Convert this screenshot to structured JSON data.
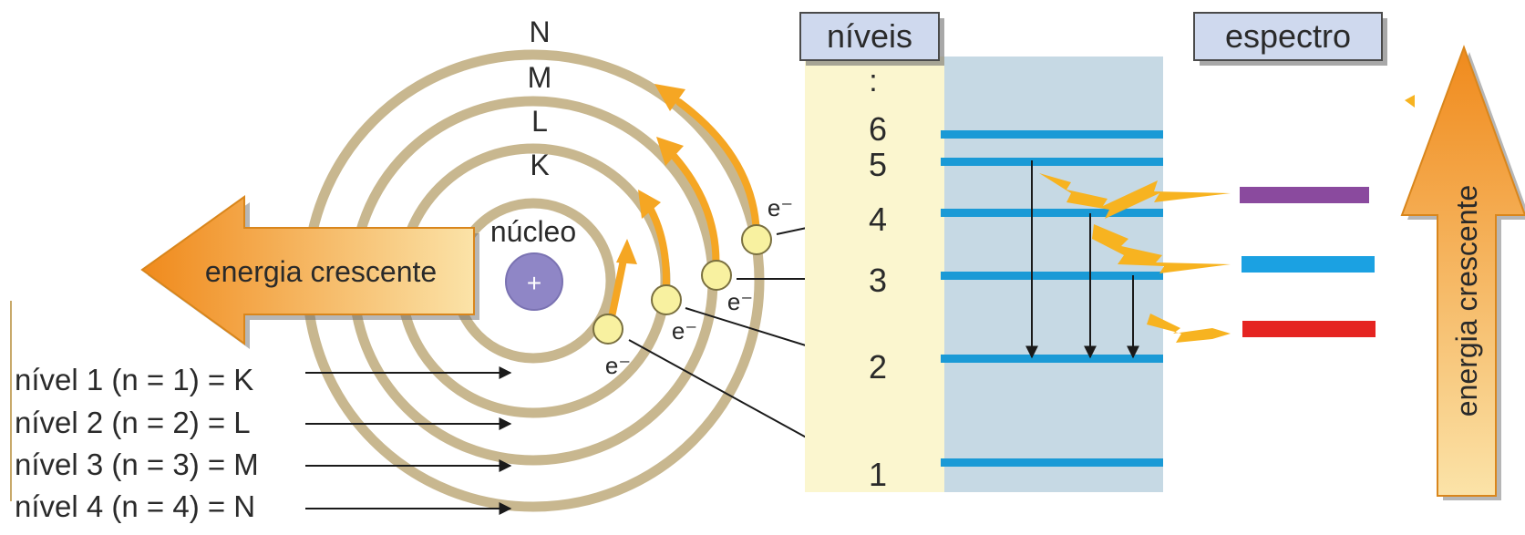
{
  "shells": [
    "K",
    "L",
    "M",
    "N"
  ],
  "nucleus": {
    "label": "núcleo",
    "symbol": "+"
  },
  "electron_label": "e⁻",
  "left_arrow_label": "energia crescente",
  "level_rows": [
    "nível 1 (n = 1) = K",
    "nível 2 (n = 2) = L",
    "nível 3 (n = 3) = M",
    "nível 4 (n = 4) = N"
  ],
  "levels_panel": {
    "title": "níveis",
    "ellipsis": ":",
    "numbers": [
      "1",
      "2",
      "3",
      "4",
      "5",
      "6"
    ]
  },
  "spectrum": {
    "title": "espectro",
    "lines": [
      {
        "color": "#8a4a9e"
      },
      {
        "color": "#1ba1e2"
      },
      {
        "color": "#e52421"
      }
    ]
  },
  "right_arrow_label": "energia crescente",
  "colors": {
    "orbit": "#c8b78f",
    "orange_arrow": "#f5a623",
    "electron": "#f8f1a0",
    "nucleus": "#8f86c6",
    "levels_bg": "#fbf6cf",
    "energy_panel_bg": "#c6d9e4",
    "energy_line": "#1a9ad6",
    "lightning": "#f7b320",
    "title_box": "#cfd9ee"
  }
}
